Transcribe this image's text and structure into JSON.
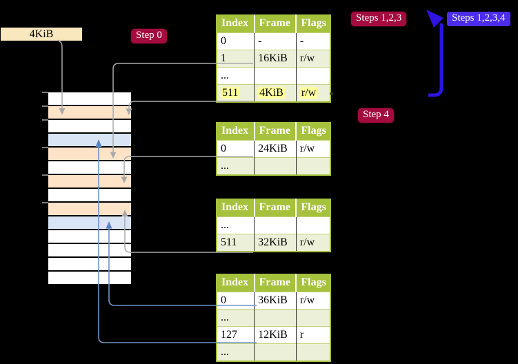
{
  "labels": {
    "frame_size": "4KiB",
    "step0": "Step 0",
    "step4": "Step 4",
    "steps123": "Steps 1,2,3",
    "steps1234": "Steps 1,2,3,4"
  },
  "tables": [
    {
      "id": "table-1",
      "headers": [
        "Index",
        "Frame",
        "Flags"
      ],
      "rows": [
        {
          "cells": [
            "0",
            "-",
            "-"
          ]
        },
        {
          "cells": [
            "1",
            "16KiB",
            "r/w"
          ]
        },
        {
          "cells": [
            "...",
            "",
            ""
          ]
        },
        {
          "cells": [
            "511",
            "4KiB",
            "r/w"
          ],
          "highlight": true
        }
      ]
    },
    {
      "id": "table-2",
      "headers": [
        "Index",
        "Frame",
        "Flags"
      ],
      "rows": [
        {
          "cells": [
            "0",
            "24KiB",
            "r/w"
          ]
        },
        {
          "cells": [
            "...",
            "",
            ""
          ]
        }
      ]
    },
    {
      "id": "table-3",
      "headers": [
        "Index",
        "Frame",
        "Flags"
      ],
      "rows": [
        {
          "cells": [
            "...",
            "",
            ""
          ]
        },
        {
          "cells": [
            "511",
            "32KiB",
            "r/w"
          ]
        }
      ]
    },
    {
      "id": "table-4",
      "headers": [
        "Index",
        "Frame",
        "Flags"
      ],
      "rows": [
        {
          "cells": [
            "0",
            "36KiB",
            "r/w"
          ]
        },
        {
          "cells": [
            "...",
            "",
            ""
          ]
        },
        {
          "cells": [
            "127",
            "12KiB",
            "r"
          ]
        },
        {
          "cells": [
            "...",
            "",
            ""
          ]
        }
      ]
    }
  ],
  "memory": {
    "rows": [
      "free",
      "table",
      "free",
      "data",
      "table",
      "free",
      "table",
      "free",
      "table",
      "data",
      "free",
      "free",
      "free",
      "free"
    ]
  },
  "colors": {
    "background": "#000000",
    "table_header_green": "#a6c13c",
    "table_row_alt": "#edf0d8",
    "table_row_line": "#c3d279",
    "highlight_yellow": "#ffff9c",
    "frame_free": "#ffffff",
    "frame_pagetable": "#fde3c8",
    "frame_data": "#d9e5f5",
    "frame_size_box": "#f9e7bd",
    "step_red": "#a40b3e",
    "step_blue": "#4b2deb",
    "arrow_blue_thick": "#2d14e1",
    "connector_gray": "#aaaaaa",
    "connector_blue": "#7193c8",
    "connector_blue_head": "#5b82c4",
    "tick_gray": "#7d7d7d"
  }
}
